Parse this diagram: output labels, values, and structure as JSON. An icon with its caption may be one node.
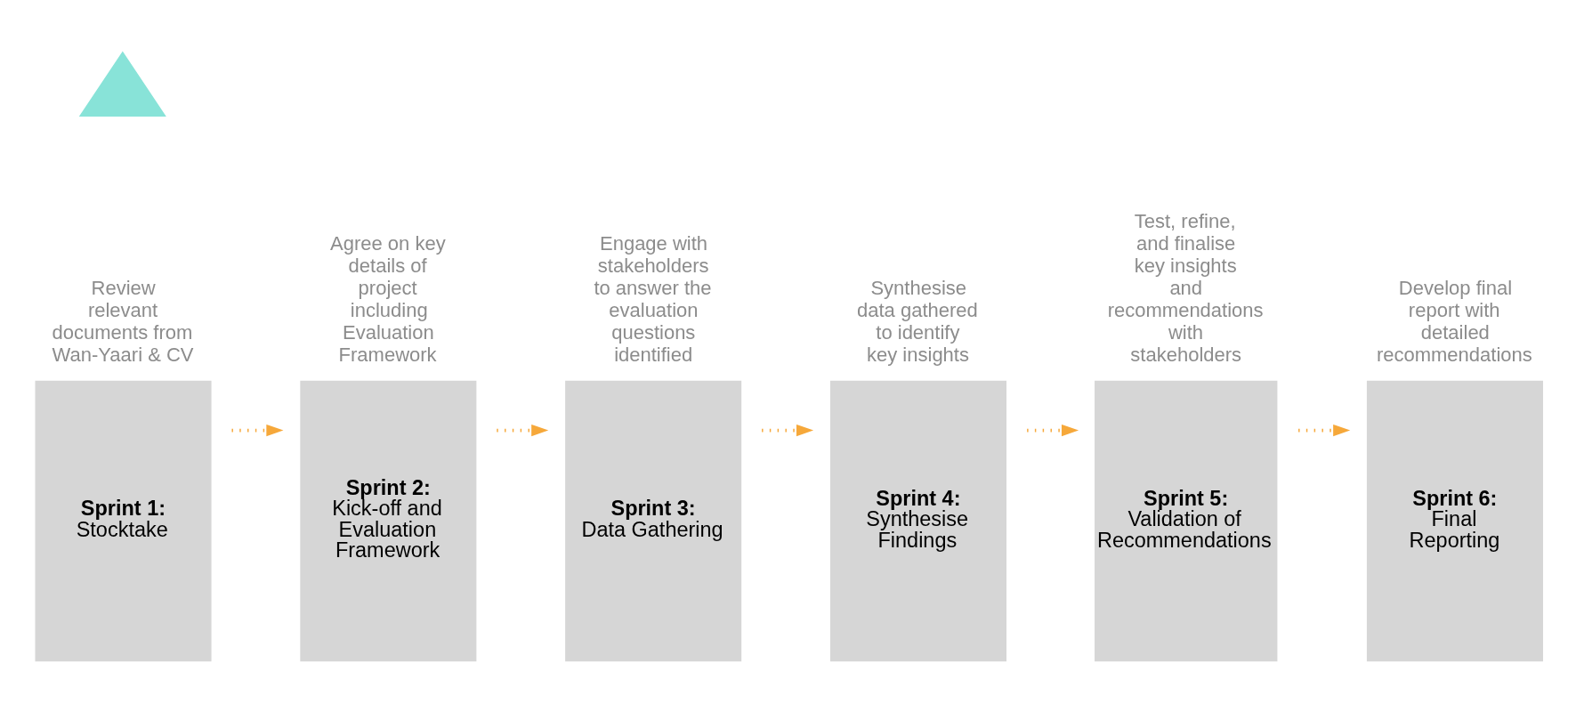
{
  "diagram": {
    "nodes": [
      {
        "text": [
          "Sprint 1:",
          "Stocktake"
        ],
        "beside": [
          "Review relevant documents from Wan-Yaari & CV"
        ]
      },
      {
        "text": [
          "Sprint 2:",
          "Kick-off and Evaluation Framework"
        ],
        "beside": [
          "Agree on key details of project including Evaluation Framework"
        ]
      },
      {
        "text": [
          "Sprint 3:",
          "Data Gathering"
        ],
        "beside": [
          "Engage with stakeholders to answer the evaluation questions identified"
        ]
      },
      {
        "text": [
          "Sprint 4:",
          "Synthesise Findings"
        ],
        "beside": [
          "Synthesise data gathered to identify key insights"
        ]
      },
      {
        "text": [
          "Sprint 5:",
          "Validation of Recommendations"
        ],
        "beside": [
          "Test, refine, and finalise key insights and recommendations with stakeholders"
        ]
      },
      {
        "text": [
          "Sprint 6:",
          "Final Reporting"
        ],
        "beside": [
          "Develop final report with detailed recommendations"
        ]
      },
      {
        "text": [],
        "shape": "triangle"
      }
    ],
    "edges": [
      {
        "from": 0,
        "to": 1,
        "arrow": "to",
        "style": "dashed"
      },
      {
        "from": 1,
        "to": 2,
        "arrow": "to",
        "style": "dashed"
      },
      {
        "from": 2,
        "to": 3,
        "arrow": "to",
        "style": "dashed"
      },
      {
        "from": 3,
        "to": 4,
        "arrow": "to",
        "style": "dashed"
      },
      {
        "from": 4,
        "to": 5,
        "arrow": "to",
        "style": "dashed"
      }
    ]
  }
}
